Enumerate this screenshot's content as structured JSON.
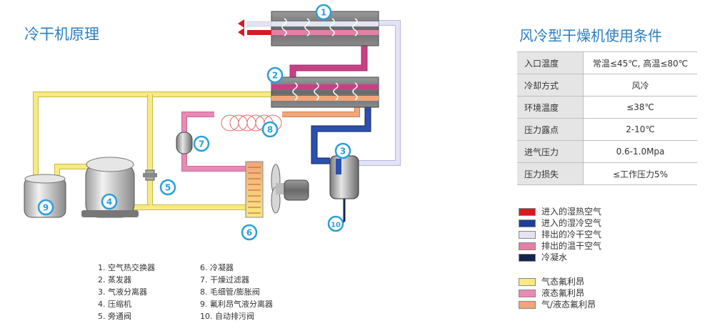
{
  "title_left": "冷干机原理",
  "title_right": "风冷型干燥机使用条件",
  "conditions": [
    {
      "key": "入口温度",
      "value": "常温≤45℃, 高温≤80℃"
    },
    {
      "key": "冷却方式",
      "value": "风冷"
    },
    {
      "key": "环境温度",
      "value": "≤38℃"
    },
    {
      "key": "压力露点",
      "value": "2-10℃"
    },
    {
      "key": "进气压力",
      "value": "0.6-1.0Mpa"
    },
    {
      "key": "压力损失",
      "value": "≤工作压力5%"
    }
  ],
  "legend": [
    {
      "label": "进入的湿热空气",
      "color": "#d71a21"
    },
    {
      "label": "进入的湿冷空气",
      "color": "#1f3f99"
    },
    {
      "label": "排出的冷干空气",
      "color": "#e3e3f5"
    },
    {
      "label": "排出的温干空气",
      "color": "#e47fa8"
    },
    {
      "label": "冷凝水",
      "color": "#12234f"
    },
    {
      "label": "气态氟利昂",
      "color": "#f7ea82"
    },
    {
      "label": "液态氟利昂",
      "color": "#e88ab5"
    },
    {
      "label": "气/液态氟利昂",
      "color": "#f0a67a"
    }
  ],
  "parts_col1": [
    "1. 空气热交换器",
    "2. 蒸发器",
    "3. 气液分离器",
    "4. 压缩机",
    "5. 旁通阀"
  ],
  "parts_col2": [
    "6. 冷凝器",
    "7. 干燥过滤器",
    "8. 毛细管/膨胀阀",
    "9. 氟利昂气液分离器",
    "10. 自动排污阀"
  ],
  "badges": [
    "1",
    "2",
    "3",
    "4",
    "5",
    "6",
    "7",
    "8",
    "9",
    "10"
  ],
  "colors": {
    "accent": "#2a7fc0",
    "freon_gas": "#f7ea82",
    "freon_liquid": "#e88ab5",
    "freon_mix": "#f0a67a",
    "hot_wet_air": "#d71a21",
    "cold_wet_air": "#1f3f99",
    "cold_dry_air": "#e3e3f5",
    "warm_dry_air": "#e47fa8",
    "condensate": "#12234f"
  }
}
